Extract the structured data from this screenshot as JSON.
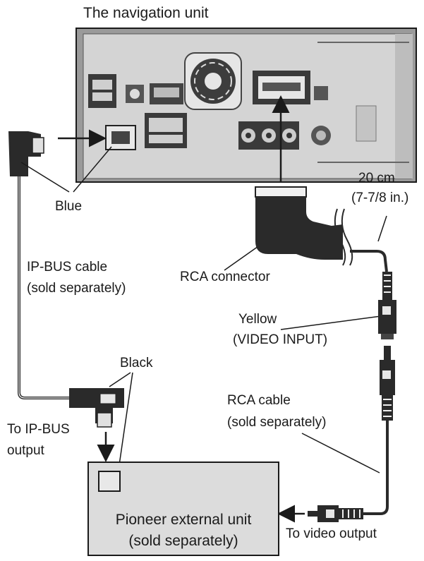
{
  "title": "The navigation unit",
  "labels": {
    "blue": "Blue",
    "ipbus_cable_1": "IP-BUS cable",
    "ipbus_cable_2": "(sold separately)",
    "length_1": "20 cm",
    "length_2": "(7-7/8 in.)",
    "rca_connector": "RCA connector",
    "yellow_1": "Yellow",
    "yellow_2": "(VIDEO INPUT)",
    "black": "Black",
    "rca_cable_1": "RCA cable",
    "rca_cable_2": "(sold separately)",
    "to_ipbus_1": "To IP-BUS",
    "to_ipbus_2": "output",
    "to_video_output": "To video output"
  },
  "external_unit": {
    "line1": "Pioneer external unit",
    "line2": "(sold separately)"
  },
  "colors": {
    "unit_fill": "#d6d6d6",
    "unit_dark": "#3a3a3a",
    "cable": "#2a2a2a",
    "box_fill": "#dcdcdc"
  }
}
